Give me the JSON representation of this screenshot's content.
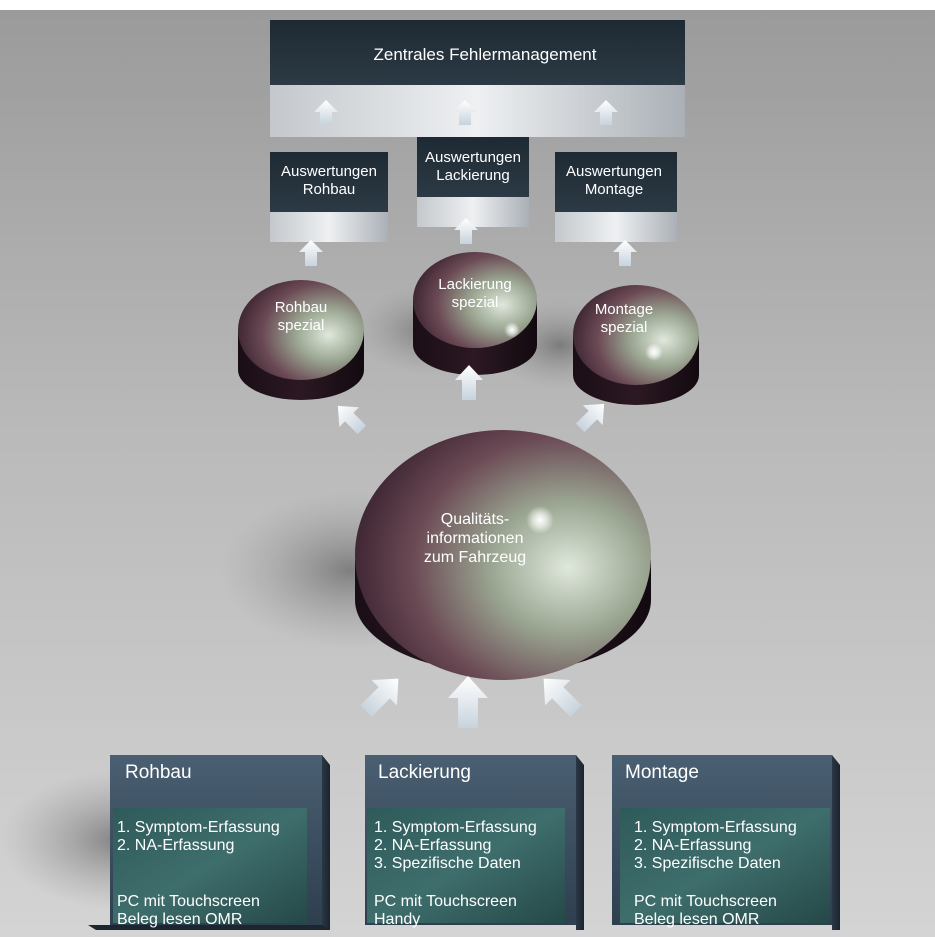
{
  "header": {
    "text": "Zentrales Fehlermanagement"
  },
  "auswertungen": [
    {
      "line1": "Auswertungen",
      "line2": "Rohbau"
    },
    {
      "line1": "Auswertungen",
      "line2": "Lackierung"
    },
    {
      "line1": "Auswertungen",
      "line2": "Montage"
    }
  ],
  "spezial": [
    {
      "line1": "Rohbau",
      "line2": "spezial"
    },
    {
      "line1": "Lackierung",
      "line2": "spezial"
    },
    {
      "line1": "Montage",
      "line2": "spezial"
    }
  ],
  "center": {
    "line1": "Qualitäts-",
    "line2": "informationen",
    "line3": "zum Fahrzeug"
  },
  "stations": [
    {
      "title": "Rohbau",
      "items": [
        "1. Symptom-Erfassung",
        "2. NA-Erfassung"
      ],
      "devices": [
        "PC mit Touchscreen",
        "Beleg lesen OMR"
      ]
    },
    {
      "title": "Lackierung",
      "items": [
        "1. Symptom-Erfassung",
        "2. NA-Erfassung",
        "3. Spezifische Daten"
      ],
      "devices": [
        "PC mit Touchscreen",
        "Handy"
      ]
    },
    {
      "title": "Montage",
      "items": [
        "1. Symptom-Erfassung",
        "2. NA-Erfassung",
        "3. Spezifische Daten"
      ],
      "devices": [
        "PC mit Touchscreen",
        "Beleg lesen OMR"
      ]
    }
  ]
}
